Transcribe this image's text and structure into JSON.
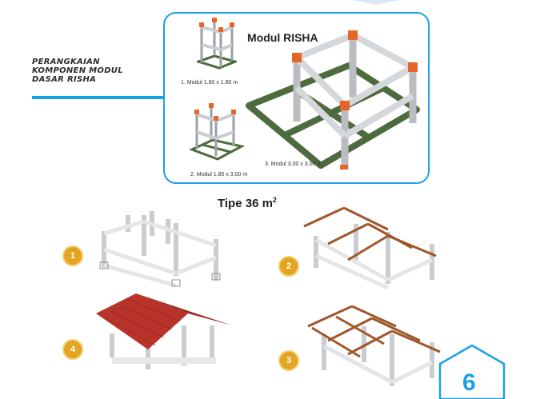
{
  "section": {
    "heading_lines": [
      "PERANGKAIAN",
      "KOMPONEN MODUL",
      "DASAR RISHA"
    ]
  },
  "modul_panel": {
    "title": "Modul RISHA",
    "captions": [
      "1. Modul 1.80 x 1.80 m",
      "2. Modul 1.80 x 3.00 m",
      "3. Modul 3.00 x 3.00 m"
    ]
  },
  "tipe": {
    "label": "Tipe 36 m",
    "superscript": "2"
  },
  "steps": [
    {
      "number": "1"
    },
    {
      "number": "2"
    },
    {
      "number": "3"
    },
    {
      "number": "4"
    }
  ],
  "page_number": "6",
  "colors": {
    "accent": "#1aa0e6",
    "badge": "#e2a421",
    "green_frame": "#4e6b3f",
    "orange_joint": "#e8652a",
    "column_grey": "#c9ccd0",
    "roof_red": "#b8332a",
    "rafter_brown": "#a0572a"
  }
}
